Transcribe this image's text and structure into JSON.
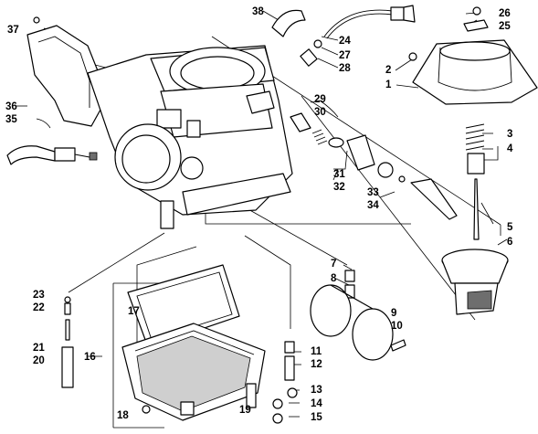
{
  "callouts": {
    "c1": "1",
    "c2": "2",
    "c3": "3",
    "c4": "4",
    "c5": "5",
    "c6": "6",
    "c7": "7",
    "c8": "8",
    "c9": "9",
    "c10": "10",
    "c11": "11",
    "c12": "12",
    "c13": "13",
    "c14": "14",
    "c15": "15",
    "c16": "16",
    "c17": "17",
    "c18": "18",
    "c19": "19",
    "c20": "20",
    "c21": "21",
    "c22": "22",
    "c23": "23",
    "c24": "24",
    "c25": "25",
    "c26": "26",
    "c27": "27",
    "c28": "28",
    "c29": "29",
    "c30": "30",
    "c31": "31",
    "c32": "32",
    "c33": "33",
    "c34": "34",
    "c35": "35",
    "c36": "36",
    "c37": "37",
    "c38": "38"
  }
}
